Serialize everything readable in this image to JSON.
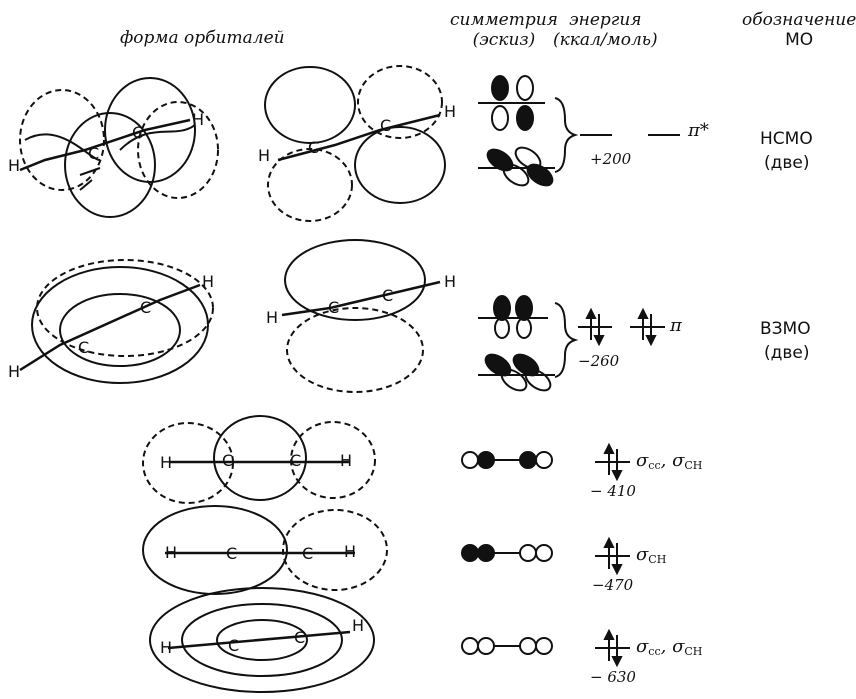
{
  "headers": {
    "shape": "форма  орбиталей",
    "symmetry_line1": "симметрия",
    "symmetry_line2": "(эскиз)",
    "energy_line1": "энергия",
    "energy_line2": "(ккал/моль)",
    "designation_line1": "обозначение",
    "designation_line2": "МО"
  },
  "rows": [
    {
      "energy": "+200",
      "label": "π*",
      "designation": "НСМО",
      "designation_note": "(две)"
    },
    {
      "energy": "−260",
      "label": "π",
      "designation": "ВЗМО",
      "designation_note": "(две)"
    },
    {
      "energy": "− 410",
      "label_main": "σ",
      "label_sub1": "cc",
      "label_sep": ", σ",
      "label_sub2": "CH"
    },
    {
      "energy": "−470",
      "label_main": "σ",
      "label_sub1": "CH"
    },
    {
      "energy": "− 630",
      "label_main": "σ",
      "label_sub1": "cc",
      "label_sep": ", σ",
      "label_sub2": "CH"
    }
  ],
  "atoms": {
    "carbon": "C",
    "hydrogen": "H"
  }
}
